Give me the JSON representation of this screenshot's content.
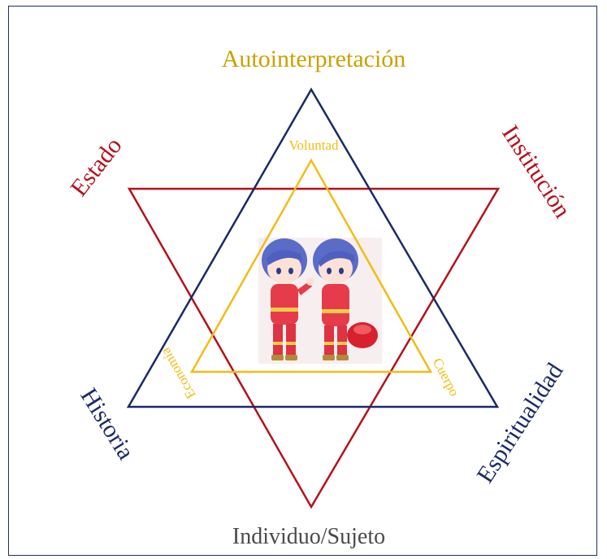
{
  "labels": {
    "top": "Autointerpretación",
    "bottom": "Individuo/Sujeto",
    "upper_left": "Estado",
    "upper_right": "Institución",
    "lower_left": "Historia",
    "lower_right": "Espiritualidad",
    "inner_top": "Voluntad",
    "inner_left": "Economía",
    "inner_right": "Cuerpo"
  },
  "colors": {
    "gold": "#c9a100",
    "inner_gold": "#f2bd12",
    "red": "#b4121c",
    "navy": "#1a2a66",
    "gray": "#4a4a4a",
    "border": "#1f2f5c"
  },
  "illustration": {
    "icon": "two-firefighter-children-icon"
  }
}
